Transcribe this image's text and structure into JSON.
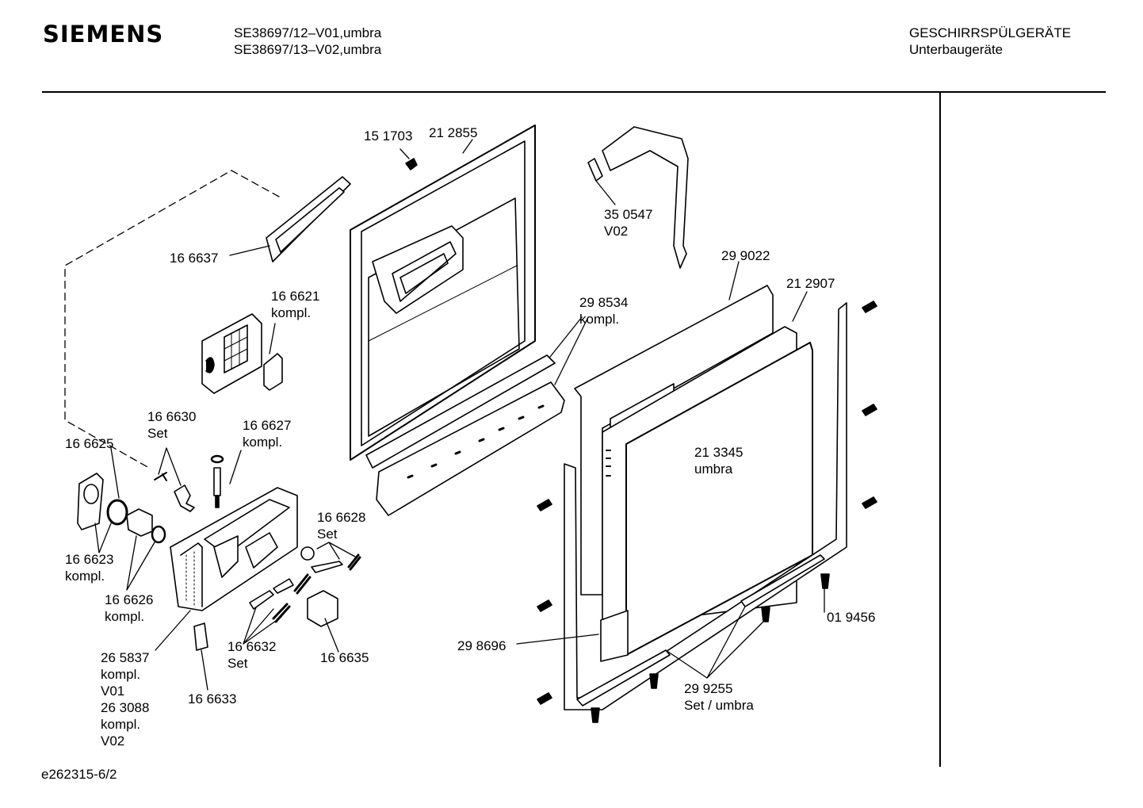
{
  "header": {
    "brand": "SIEMENS",
    "model_line_1": "SE38697/12–V01,umbra",
    "model_line_2": "SE38697/13–V02,umbra",
    "category_line_1": "GESCHIRRSPÜLGERÄTE",
    "category_line_2": "Unterbaugeräte"
  },
  "footer": {
    "document_id": "e262315-6/2"
  },
  "parts": {
    "p151703": "15 1703",
    "p212855": "21 2855",
    "p350547": "35 0547",
    "p350547_v": "V02",
    "p166637": "16 6637",
    "p166621": "16 6621",
    "p166621_k": "kompl.",
    "p299022": "29 9022",
    "p212907": "21 2907",
    "p298534": "29 8534",
    "p298534_k": "kompl.",
    "p166630": "16 6630",
    "p166630_s": "Set",
    "p166627": "16 6627",
    "p166627_k": "kompl.",
    "p166625": "16 6625",
    "p213345": "21 3345",
    "p213345_u": "umbra",
    "p166628": "16 6628",
    "p166628_s": "Set",
    "p166623": "16 6623",
    "p166623_k": "kompl.",
    "p166626": "16 6626",
    "p166626_k": "kompl.",
    "p019456": "01 9456",
    "p298696": "29 8696",
    "p166632": "16 6632",
    "p166632_s": "Set",
    "p166635": "16 6635",
    "p265837": "26 5837",
    "p265837_k": "kompl.",
    "p265837_v": "V01",
    "p263088": "26 3088",
    "p263088_k": "kompl.",
    "p263088_v": "V02",
    "p299255": "29 9255",
    "p299255_s": "Set / umbra",
    "p166633": "16 6633"
  }
}
